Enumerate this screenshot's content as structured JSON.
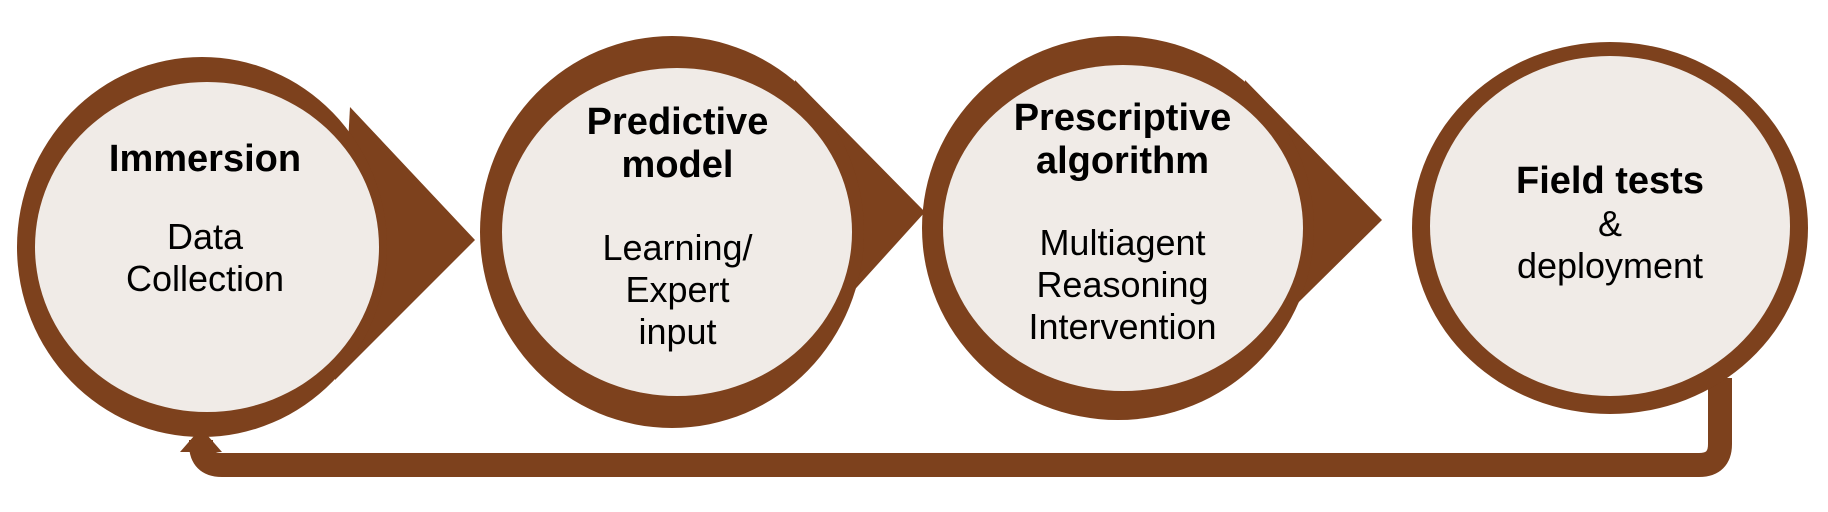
{
  "colors": {
    "ring": "#7d411d",
    "fill": "#f0ebe7",
    "text": "#000000",
    "background": "#ffffff"
  },
  "stages": [
    {
      "title": "Immersion",
      "body": "Data\nCollection"
    },
    {
      "title": "Predictive\nmodel",
      "body": "Learning/\nExpert\ninput"
    },
    {
      "title": "Prescriptive\nalgorithm",
      "body": "Multiagent\nReasoning\nIntervention"
    },
    {
      "title": "Field tests",
      "body": "&\ndeployment"
    }
  ]
}
